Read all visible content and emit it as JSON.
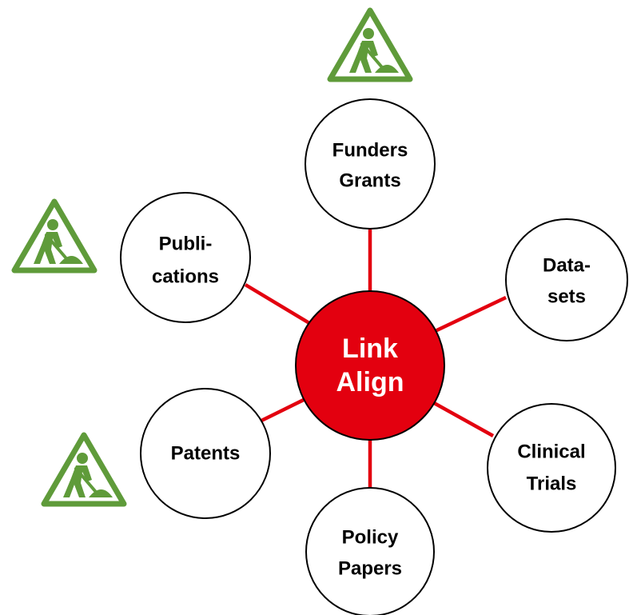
{
  "colors": {
    "hub_fill": "#e3000f",
    "connector": "#e3000f",
    "node_fill": "#ffffff",
    "node_stroke": "#000000",
    "warning_sign": "#5f9b3a"
  },
  "hub": {
    "line1": "Link",
    "line2": "Align"
  },
  "nodes": {
    "funders_grants": {
      "line1": "Funders",
      "line2": "Grants"
    },
    "datasets": {
      "line1": "Data-",
      "line2": "sets"
    },
    "clinical_trials": {
      "line1": "Clinical",
      "line2": "Trials"
    },
    "policy_papers": {
      "line1": "Policy",
      "line2": "Papers"
    },
    "patents": {
      "line1": "Patents"
    },
    "publications": {
      "line1": "Publi-",
      "line2": "cations"
    }
  },
  "icons": {
    "warning_sign": "under-construction-icon"
  }
}
